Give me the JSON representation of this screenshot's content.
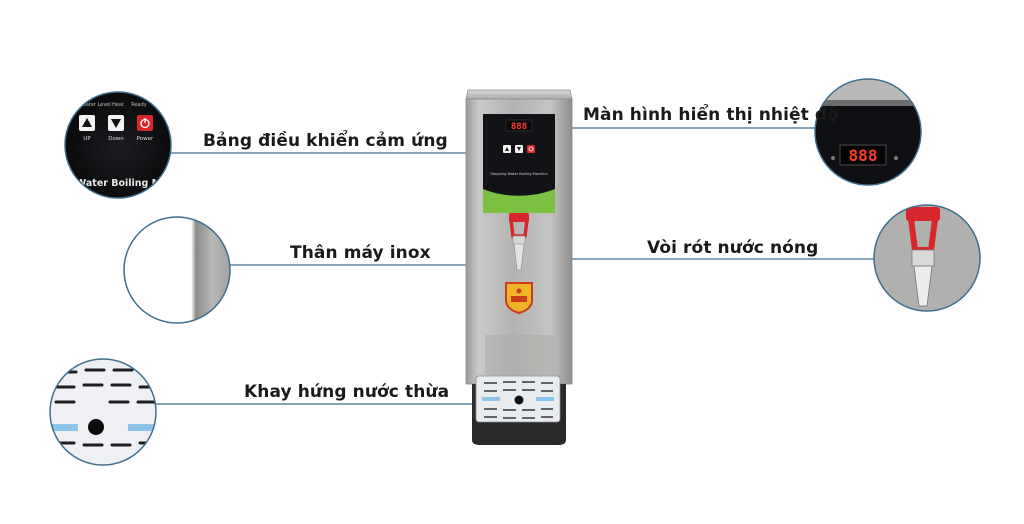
{
  "callouts": {
    "control_panel": "Bảng điều khiển cảm ứng",
    "temperature_display": "Màn hình hiển thị nhiệt độ",
    "stainless_body": "Thân máy inox",
    "hot_water_faucet": "Vòi rót nước nóng",
    "drip_tray": "Khay hứng nước thừa"
  },
  "machine": {
    "display_digits": "888",
    "button_up": "UP",
    "button_down": "Down",
    "button_power": "Power",
    "indicator_water_level": "Water Level",
    "indicator_heat": "Heat",
    "indicator_ready": "Ready",
    "panel_caption": "Stepping Water Boiling Machine",
    "zoom_panel_caption": "ng Water Boiling M"
  },
  "colors": {
    "line": "#3d6e8c",
    "green_accent": "#7cc142",
    "faucet_red": "#d8262d",
    "steel": "#b8b8b6",
    "panel_black": "#101114"
  }
}
